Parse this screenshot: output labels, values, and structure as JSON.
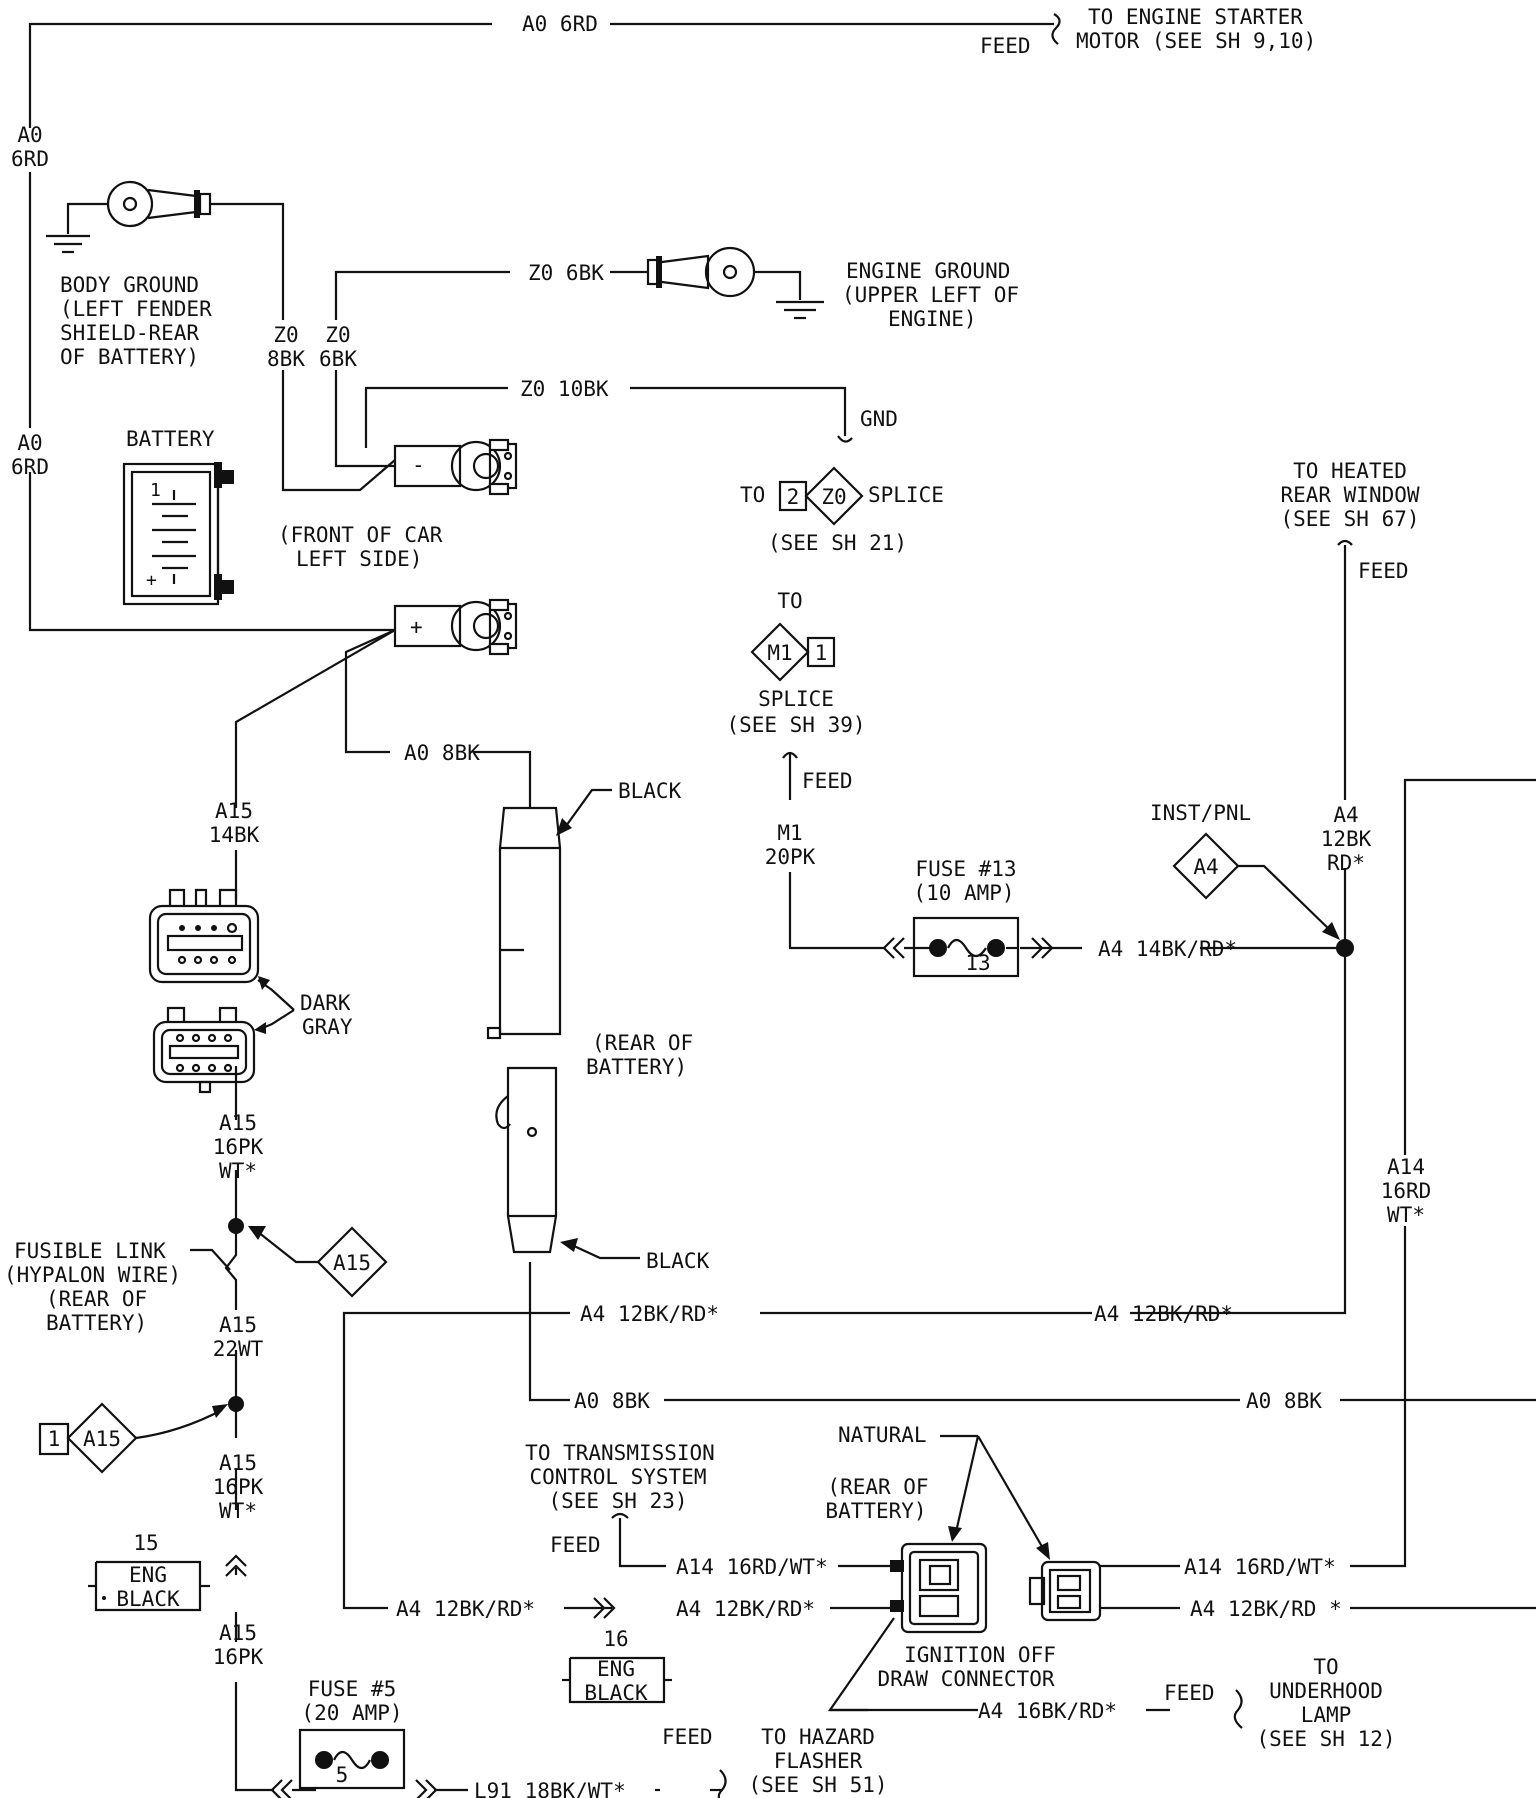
{
  "wires": {
    "a0_6rd_top": "A0 6RD",
    "a0_6rd_left_1": [
      "A0",
      "6RD"
    ],
    "a0_6rd_left_2": [
      "A0",
      "6RD"
    ],
    "z0_6bk_top": "Z0 6BK",
    "z0_8bk": [
      "Z0",
      "8BK"
    ],
    "z0_6bk": [
      "Z0",
      "6BK"
    ],
    "z0_10bk": "Z0 10BK",
    "a0_8bk_1": "A0 8BK",
    "a0_8bk_2": "A0 8BK",
    "a0_8bk_3": "A0 8BK",
    "a15_14bk": [
      "A15",
      "14BK"
    ],
    "a15_16pk_wt_1": [
      "A15",
      "16PK",
      "WT*"
    ],
    "a15_22wt": [
      "A15",
      "22WT"
    ],
    "a15_16pk_wt_2": [
      "A15",
      "16PK",
      "WT*"
    ],
    "a15_16pk": [
      "A15",
      "16PK"
    ],
    "m1_20pk": [
      "M1",
      "20PK"
    ],
    "a4_14bk_rd": "A4 14BK/RD*",
    "a4_12bk_rd_v": [
      "A4",
      "12BK",
      "RD*"
    ],
    "a14_16rd_wt_v": [
      "A14",
      "16RD",
      "WT*"
    ],
    "a4_12bk_rd_1": "A4 12BK/RD*",
    "a4_12bk_rd_2": "A4 12BK/RD*",
    "a14_16rd_wt_1": "A14 16RD/WT*",
    "a14_16rd_wt_2": "A14 16RD/WT*",
    "a4_12bk_rd_3": "A4 12BK/RD*",
    "a4_12bk_rd_4": "A4 12BK/RD*",
    "a4_12bk_rd_5": "A4 12BK/RD *",
    "a4_16bk_rd": "A4 16BK/RD*",
    "l91_18bk_wt": "L91 18BK/WT*"
  },
  "labels": {
    "feed": "FEED",
    "gnd": "GND",
    "black": "BLACK",
    "natural": "NATURAL",
    "to": "TO",
    "inst_pnl": "INST/PNL",
    "dark_gray": [
      "DARK",
      "GRAY"
    ],
    "battery": "BATTERY",
    "minus": "-",
    "plus": "+",
    "cell_one": "1",
    "cell_plus": "+"
  },
  "destinations": {
    "starter": [
      "TO ENGINE STARTER",
      "MOTOR (SEE SH 9,10)"
    ],
    "heated_rear_window": [
      "TO HEATED",
      "REAR WINDOW",
      "(SEE SH 67)"
    ],
    "splice_z0": [
      "TO",
      "SPLICE",
      "(SEE SH 21)"
    ],
    "splice_m1": [
      "SPLICE",
      "(SEE SH 39)"
    ],
    "transmission": [
      "TO TRANSMISSION",
      "CONTROL SYSTEM",
      "(SEE SH 23)"
    ],
    "underhood_lamp": [
      "TO",
      "UNDERHOOD",
      "LAMP",
      "(SEE SH 12)"
    ],
    "hazard_flasher": [
      "TO HAZARD",
      "FLASHER",
      "(SEE SH 51)"
    ]
  },
  "locations": {
    "body_ground": [
      "BODY GROUND",
      "(LEFT FENDER",
      "SHIELD-REAR",
      "OF BATTERY)"
    ],
    "engine_ground": [
      "ENGINE GROUND",
      "(UPPER LEFT OF",
      "ENGINE)"
    ],
    "front_left": [
      "(FRONT OF CAR",
      "LEFT SIDE)"
    ],
    "rear_battery_1": [
      "(REAR OF",
      "BATTERY)"
    ],
    "rear_battery_2": [
      "(REAR OF",
      "BATTERY)"
    ],
    "fusible_link": [
      "FUSIBLE LINK",
      "(HYPALON WIRE)",
      "(REAR OF",
      "BATTERY)"
    ],
    "ignition_off": [
      "IGNITION OFF",
      "DRAW CONNECTOR"
    ]
  },
  "splices": {
    "z0": {
      "id": "Z0",
      "pin": "2"
    },
    "m1": {
      "id": "M1",
      "pin": "1"
    },
    "a4": {
      "id": "A4"
    },
    "a15_right": {
      "id": "A15"
    },
    "a15_left": {
      "id": "A15",
      "pin": "1"
    }
  },
  "fuses": {
    "fuse13": {
      "title": [
        "FUSE #13",
        "(10 AMP)"
      ],
      "number": "13"
    },
    "fuse5": {
      "title": [
        "FUSE #5",
        "(20 AMP)"
      ],
      "number": "5"
    }
  },
  "connectors": {
    "c15": {
      "number": "15",
      "lines": [
        "ENG",
        "BLACK"
      ]
    },
    "c16": {
      "number": "16",
      "lines": [
        "ENG",
        "BLACK"
      ]
    }
  }
}
